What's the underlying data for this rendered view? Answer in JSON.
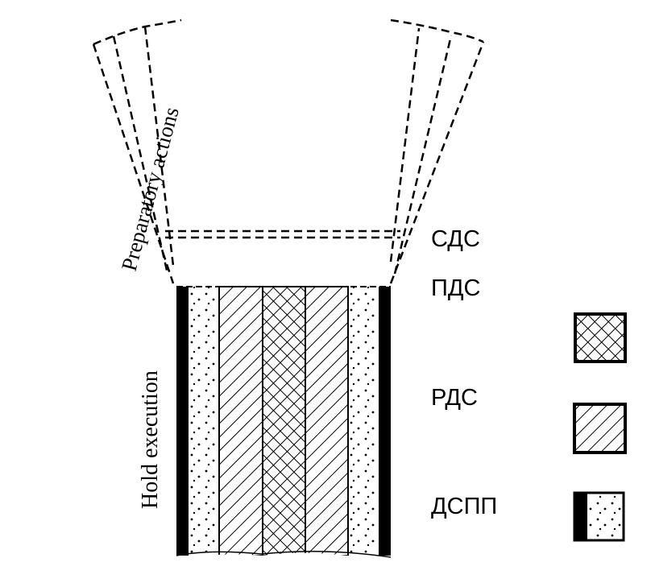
{
  "labels": {
    "preparatory": "Preparatory actions",
    "hold": "Hold execution",
    "sds": "СДС",
    "pds": "ПДС",
    "rds": "РДС",
    "dspp": "ДСПП"
  },
  "legend": [
    {
      "pattern": "crosshatch"
    },
    {
      "pattern": "diagonal-hatch"
    },
    {
      "pattern": "dots-with-black-bar"
    }
  ],
  "colors": {
    "ink": "#000000",
    "paper": "#ffffff"
  }
}
